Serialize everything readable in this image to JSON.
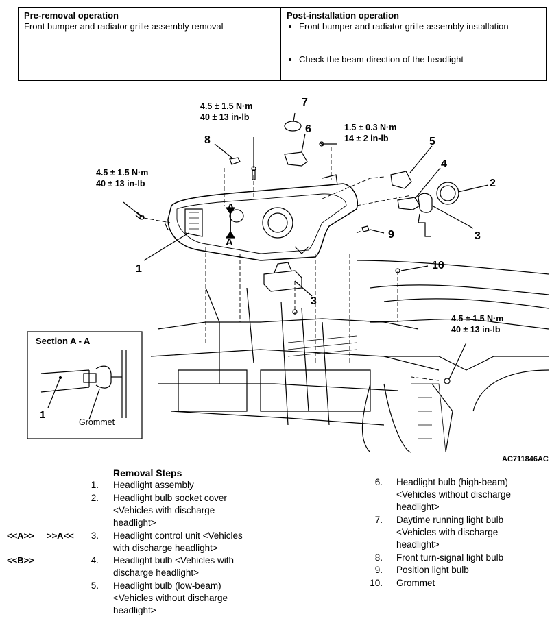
{
  "ops": {
    "pre_header": "Pre-removal operation",
    "pre_item": "Front bumper and radiator grille assembly removal",
    "post_header": "Post-installation operation",
    "post_items": [
      "Front bumper and radiator grille assembly installation",
      "Check the beam direction of the headlight"
    ]
  },
  "diagram": {
    "torque_top_1": "4.5 ± 1.5 N·m",
    "torque_top_2": "40 ± 13 in-lb",
    "torque_mid_1": "1.5 ± 0.3 N·m",
    "torque_mid_2": "14 ± 2 in-lb",
    "torque_left_1": "4.5 ± 1.5 N·m",
    "torque_left_2": "40 ± 13 in-lb",
    "torque_right_1": "4.5 ± 1.5 N·m",
    "torque_right_2": "40 ± 13 in-lb",
    "callouts": [
      "1",
      "2",
      "3",
      "3",
      "4",
      "5",
      "6",
      "7",
      "8",
      "9",
      "10"
    ],
    "section_letter": "A",
    "section_title": "Section A - A",
    "section_callout": "1",
    "grommet_label": "Grommet",
    "figure_code": "AC711846AC"
  },
  "steps": {
    "title": "Removal Steps",
    "left": [
      {
        "num": "1.",
        "text": [
          "Headlight assembly"
        ]
      },
      {
        "num": "2.",
        "text": [
          "Headlight bulb socket cover",
          "<Vehicles with discharge",
          "headlight>"
        ]
      },
      {
        "num": "3.",
        "text": [
          "Headlight control unit <Vehicles",
          "with discharge headlight>"
        ],
        "code1": "<<A>>",
        "code2": ">>A<<"
      },
      {
        "num": "4.",
        "text": [
          "Headlight bulb <Vehicles with",
          "discharge headlight>"
        ],
        "code1": "<<B>>"
      },
      {
        "num": "5.",
        "text": [
          "Headlight bulb (low-beam)",
          "<Vehicles without discharge",
          "headlight>"
        ]
      }
    ],
    "right": [
      {
        "num": "6.",
        "text": [
          "Headlight bulb (high-beam)",
          "<Vehicles without discharge",
          "headlight>"
        ]
      },
      {
        "num": "7.",
        "text": [
          "Daytime running light bulb",
          "<Vehicles with discharge",
          "headlight>"
        ]
      },
      {
        "num": "8.",
        "text": [
          "Front turn-signal light bulb"
        ]
      },
      {
        "num": "9.",
        "text": [
          "Position light bulb"
        ]
      },
      {
        "num": "10.",
        "text": [
          "Grommet"
        ]
      }
    ]
  }
}
